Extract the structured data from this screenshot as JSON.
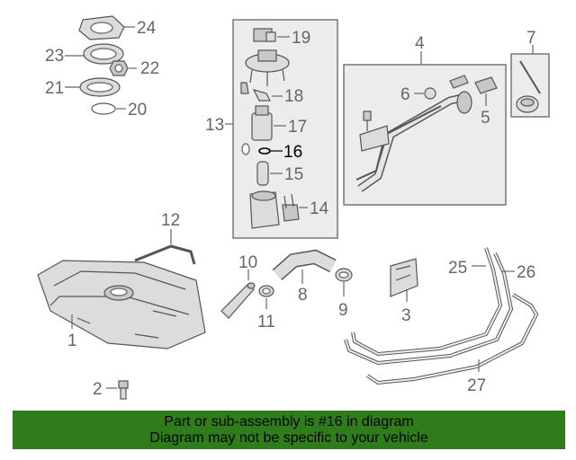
{
  "callouts": {
    "c1": "1",
    "c2": "2",
    "c3": "3",
    "c4": "4",
    "c5": "5",
    "c6": "6",
    "c7": "7",
    "c8": "8",
    "c9": "9",
    "c10": "10",
    "c11": "11",
    "c12": "12",
    "c13": "13",
    "c14": "14",
    "c15": "15",
    "c16": "16",
    "c17": "17",
    "c18": "18",
    "c19": "19",
    "c20": "20",
    "c21": "21",
    "c22": "22",
    "c23": "23",
    "c24": "24",
    "c25": "25",
    "c26": "26",
    "c27": "27"
  },
  "highlighted_part": "16",
  "colors": {
    "banner": "#2e7d1a",
    "callout_text": "#666666",
    "highlight_text": "#000000"
  },
  "banner": {
    "line1": "Part or sub-assembly is #16 in diagram",
    "line2": "Diagram may not be specific to your vehicle"
  }
}
